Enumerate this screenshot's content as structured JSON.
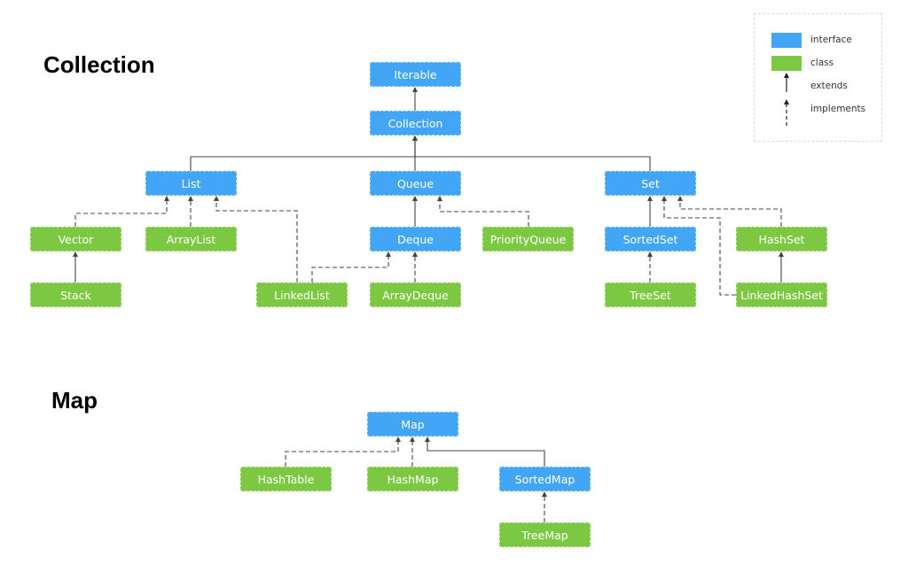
{
  "titles": {
    "collection": "Collection",
    "map": "Map"
  },
  "colors": {
    "interface": "#42a5f5",
    "class": "#7cc842",
    "line": "#444444"
  },
  "legend": {
    "interface": "interface",
    "class": "class",
    "extends": "extends",
    "implements": "implements"
  },
  "nodes": {
    "iterable": {
      "label": "Iterable",
      "kind": "interface"
    },
    "collection": {
      "label": "Collection",
      "kind": "interface"
    },
    "list": {
      "label": "List",
      "kind": "interface"
    },
    "queue": {
      "label": "Queue",
      "kind": "interface"
    },
    "set": {
      "label": "Set",
      "kind": "interface"
    },
    "vector": {
      "label": "Vector",
      "kind": "class"
    },
    "arraylist": {
      "label": "ArrayList",
      "kind": "class"
    },
    "deque": {
      "label": "Deque",
      "kind": "interface"
    },
    "priorityqueue": {
      "label": "PriorityQueue",
      "kind": "class"
    },
    "sortedset": {
      "label": "SortedSet",
      "kind": "interface"
    },
    "hashset": {
      "label": "HashSet",
      "kind": "class"
    },
    "stack": {
      "label": "Stack",
      "kind": "class"
    },
    "linkedlist": {
      "label": "LinkedList",
      "kind": "class"
    },
    "arraydeque": {
      "label": "ArrayDeque",
      "kind": "class"
    },
    "treeset": {
      "label": "TreeSet",
      "kind": "class"
    },
    "linkedhashset": {
      "label": "LinkedHashSet",
      "kind": "class"
    },
    "map": {
      "label": "Map",
      "kind": "interface"
    },
    "hashtable": {
      "label": "HashTable",
      "kind": "class"
    },
    "hashmap": {
      "label": "HashMap",
      "kind": "class"
    },
    "sortedmap": {
      "label": "SortedMap",
      "kind": "interface"
    },
    "treemap": {
      "label": "TreeMap",
      "kind": "class"
    }
  },
  "relations": [
    {
      "from": "collection",
      "to": "iterable",
      "type": "extends"
    },
    {
      "from": "list",
      "to": "collection",
      "type": "extends"
    },
    {
      "from": "queue",
      "to": "collection",
      "type": "extends"
    },
    {
      "from": "set",
      "to": "collection",
      "type": "extends"
    },
    {
      "from": "vector",
      "to": "list",
      "type": "implements"
    },
    {
      "from": "arraylist",
      "to": "list",
      "type": "implements"
    },
    {
      "from": "linkedlist",
      "to": "list",
      "type": "implements"
    },
    {
      "from": "stack",
      "to": "vector",
      "type": "extends"
    },
    {
      "from": "deque",
      "to": "queue",
      "type": "extends"
    },
    {
      "from": "priorityqueue",
      "to": "queue",
      "type": "implements"
    },
    {
      "from": "linkedlist",
      "to": "deque",
      "type": "implements"
    },
    {
      "from": "arraydeque",
      "to": "deque",
      "type": "implements"
    },
    {
      "from": "sortedset",
      "to": "set",
      "type": "extends"
    },
    {
      "from": "hashset",
      "to": "set",
      "type": "implements"
    },
    {
      "from": "linkedhashset",
      "to": "set",
      "type": "implements"
    },
    {
      "from": "treeset",
      "to": "sortedset",
      "type": "implements"
    },
    {
      "from": "linkedhashset",
      "to": "hashset",
      "type": "extends"
    },
    {
      "from": "hashtable",
      "to": "map",
      "type": "implements"
    },
    {
      "from": "hashmap",
      "to": "map",
      "type": "implements"
    },
    {
      "from": "sortedmap",
      "to": "map",
      "type": "extends"
    },
    {
      "from": "treemap",
      "to": "sortedmap",
      "type": "implements"
    }
  ]
}
